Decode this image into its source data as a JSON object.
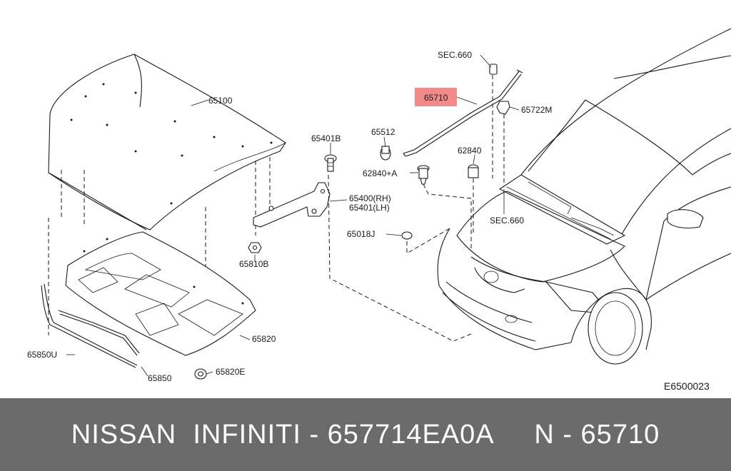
{
  "diagram": {
    "parts": {
      "hood": "65100",
      "hinge_bolt": "65401B",
      "hood_bumper": "65512",
      "stay_clip": "62840",
      "stay_clip_a": "62840+A",
      "hinge_rh": "65400(RH)",
      "hinge_lh": "65401(LH)",
      "hood_stay": "65710",
      "stay_grommet": "65722M",
      "sec_ref_top": "SEC.660",
      "sec_ref_mid": "SEC.660",
      "plug": "65018J",
      "nut": "65810B",
      "insulator": "65820",
      "insulator_clip": "65820E",
      "seal_upper": "65850U",
      "seal": "65850"
    },
    "figure_code": "E6500023",
    "highlight_color": "#f28a8a"
  },
  "caption": {
    "text": "NISSAN  INFINITI - 657714EA0A     N - 65710"
  },
  "colors": {
    "caption_bg": "#6b6b6b",
    "caption_text": "#ffffff",
    "line": "#1a1a1a"
  }
}
